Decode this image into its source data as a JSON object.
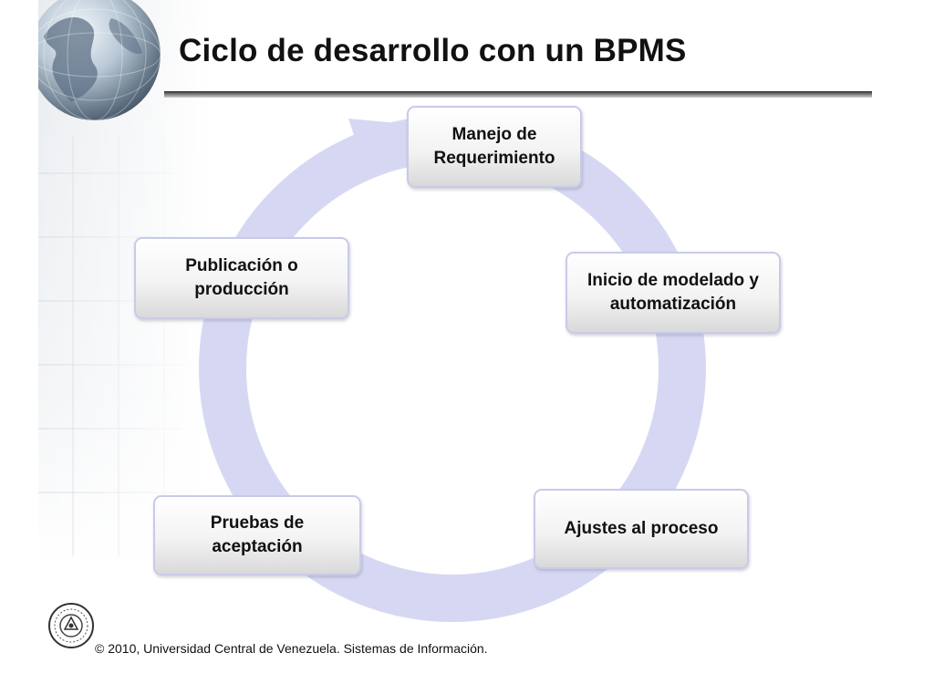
{
  "slide": {
    "title": "Ciclo de desarrollo con un BPMS",
    "footer": "© 2010, Universidad Central de Venezuela. Sistemas de Información."
  },
  "diagram": {
    "type": "cycle",
    "ring_color": "#d6d8f3",
    "node_border_color": "#c8cbe8",
    "nodes": [
      {
        "label": "Manejo de\nRequerimiento"
      },
      {
        "label": "Inicio de modelado y\nautomatización"
      },
      {
        "label": "Ajustes al proceso"
      },
      {
        "label": "Pruebas de\naceptación"
      },
      {
        "label": "Publicación o\nproducción"
      }
    ]
  },
  "decorations": {
    "globe": "globe-icon",
    "seal": "university-seal-icon"
  }
}
